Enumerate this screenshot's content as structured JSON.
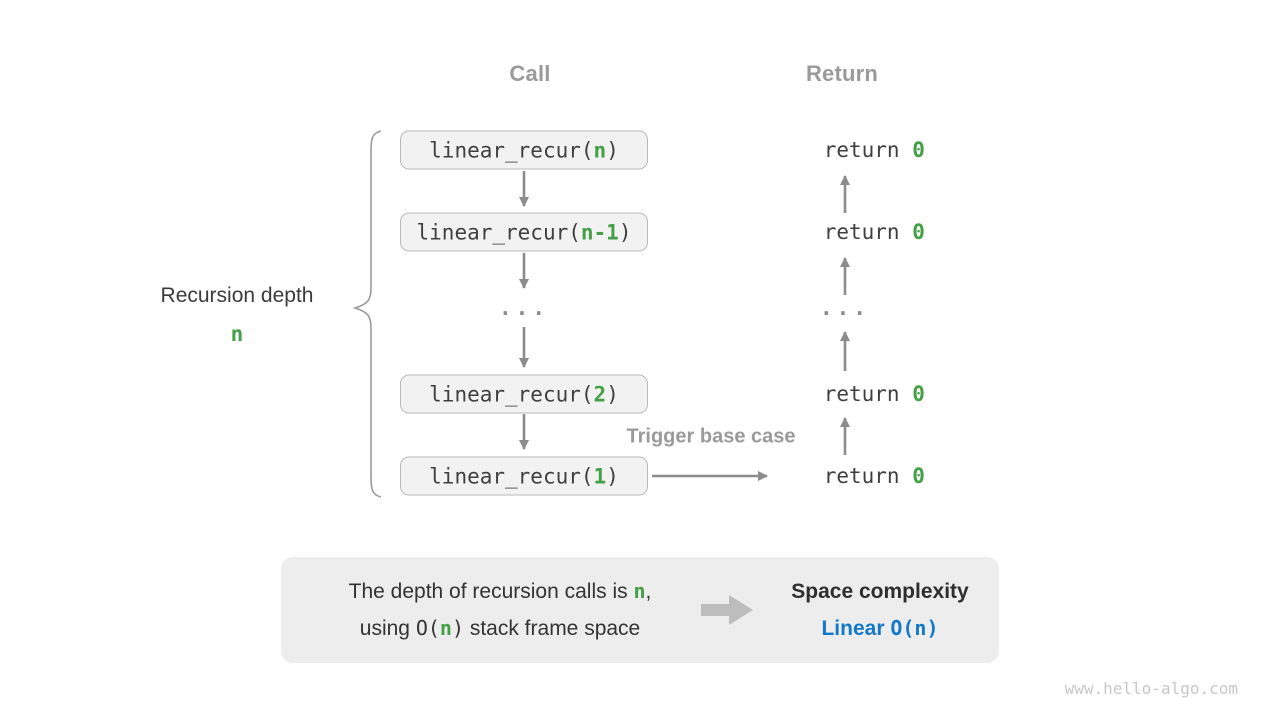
{
  "colors": {
    "green": "#43A047",
    "blue": "#1478C8",
    "arrow_gray": "#8c8c8c",
    "box_fill": "#f2f2f2",
    "box_border": "#b9b9b9",
    "summary_fill": "#ededed"
  },
  "headers": {
    "call": "Call",
    "return": "Return"
  },
  "left_label": {
    "title": "Recursion depth",
    "depth": "n"
  },
  "call_column": {
    "boxes": [
      {
        "prefix": "linear_recur(",
        "arg": "n",
        "suffix": ")"
      },
      {
        "prefix": "linear_recur(",
        "arg": "n-1",
        "suffix": ")"
      },
      {
        "prefix": "linear_recur(",
        "arg": "2",
        "suffix": ")"
      },
      {
        "prefix": "linear_recur(",
        "arg": "1",
        "suffix": ")"
      }
    ],
    "ellipsis": "..."
  },
  "return_column": {
    "items": [
      {
        "keyword": "return ",
        "value": "0"
      },
      {
        "keyword": "return ",
        "value": "0"
      },
      {
        "keyword": "return ",
        "value": "0"
      },
      {
        "keyword": "return ",
        "value": "0"
      }
    ],
    "ellipsis": "..."
  },
  "annotations": {
    "trigger": "Trigger base case"
  },
  "summary": {
    "line1_prefix": "The depth of recursion calls is ",
    "line1_arg": "n",
    "line1_suffix": ",",
    "line2_prefix": "using ",
    "line2_code_open": "O(",
    "line2_arg": "n",
    "line2_code_close": ")",
    "line2_suffix": " stack frame space",
    "result_title": "Space complexity",
    "result_name": "Linear",
    "result_notation": "O(n)"
  },
  "watermark": "www.hello-algo.com"
}
